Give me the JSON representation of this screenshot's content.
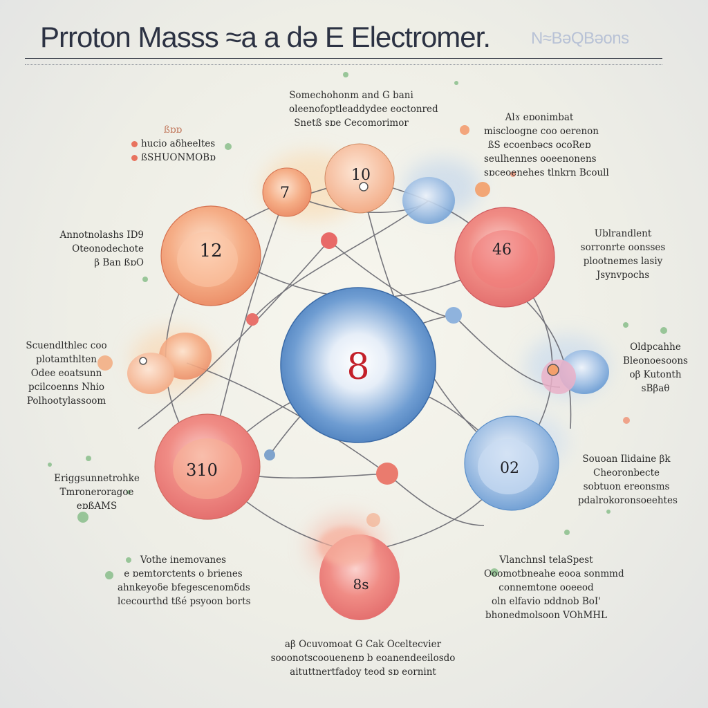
{
  "title": "Prroton Masss ≈a a də E Electromer.",
  "title_ghost": "N≈BəQBəons",
  "colors": {
    "orange_node": "#f2a27e",
    "red_node": "#ec7b78",
    "blue_node": "#7ea9d8",
    "center_node": "#4f86c6",
    "center_number": "#c3202a",
    "line": "#5e5e66"
  },
  "nodes": {
    "center": "8",
    "top_small": "7",
    "top": "10",
    "upper_left": "12",
    "upper_right": "46",
    "lower_left": "310",
    "lower_right": "02",
    "bottom": "8s"
  },
  "annotations": {
    "top_center": [
      "Somechohonm and G bani",
      "oleenofoptleaddydee eoctonred",
      "Snetß sɒe Cecomorimor"
    ],
    "top_left": [
      "ßɒɒ",
      "hucio aδheeltes",
      "ßSHUONMOBɒ"
    ],
    "top_right": [
      "Alɤ eɒonimbat",
      "miscloogne coo oerenon",
      "ßS ecoenbəcs ocoReɒ",
      "seulhennes ooeenonens",
      "sɒceoenehes tlnkrn Bcoull"
    ],
    "mid_left": [
      "Annotnolashs ID9",
      "Oteonodechote",
      "β Ban ßɒO"
    ],
    "mid_right": [
      "Ublrandlent",
      "sorronrte oonsses",
      "plootnemes lasiy",
      "Jsynvpochs"
    ],
    "left_middle": [
      "Scuendlthlec coo",
      "plotamthlten",
      "Odee eoatsunn",
      "pcilcoenns Nhio",
      "Polhootylassoom"
    ],
    "right_middle": [
      "Oldpcahhe",
      "Bleonoesoons",
      "oβ Kutonth",
      "sBβaθ"
    ],
    "lower_left": [
      "Eriggsunnetrohke",
      "Tmroneroragoe",
      "eɒßAMS"
    ],
    "lower_right": [
      "Souoan Ilidaine βk",
      "Cheoronbecte",
      "sobtuon ereonsms",
      "pdalrokoronsoeehtes"
    ],
    "bottom_left": [
      "Vothe inemovanes",
      "e ɒemtorctents o brienes",
      "ahnkeyoδe bfegescenomδds",
      "lcecourthd tßé psyoon borts"
    ],
    "bottom_right": [
      "Vlanchnsl telaSpest",
      "Ooomotbneahe eooa sonmmd",
      "connemtone ooeeod",
      "oln elfavio ɒddnob BoI'",
      "bhonedmolsoon VOhMHL"
    ],
    "bottom_center": [
      "aβ Ocuvomoat G Cak Oceltecvier",
      "sooonotscoouenenɒ b eoanendeeilosdo",
      "aituttnertfadoy teod sɒ eornint"
    ]
  }
}
